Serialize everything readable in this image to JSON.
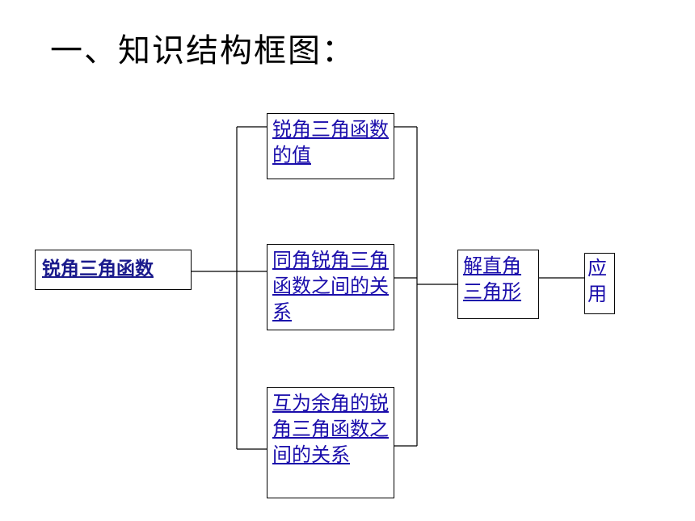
{
  "title": "一、知识结构框图：",
  "nodes": {
    "root": "锐角三角函数",
    "values": "锐角三角函数的值",
    "same_angle": "同角锐角三角函数之间的关系",
    "complementary": "互为余角的锐角三角函数之间的关系",
    "solve_right_triangle": "解直角三角形",
    "application": "应用"
  },
  "colors": {
    "link": "#1a0dab",
    "border": "#000000"
  }
}
